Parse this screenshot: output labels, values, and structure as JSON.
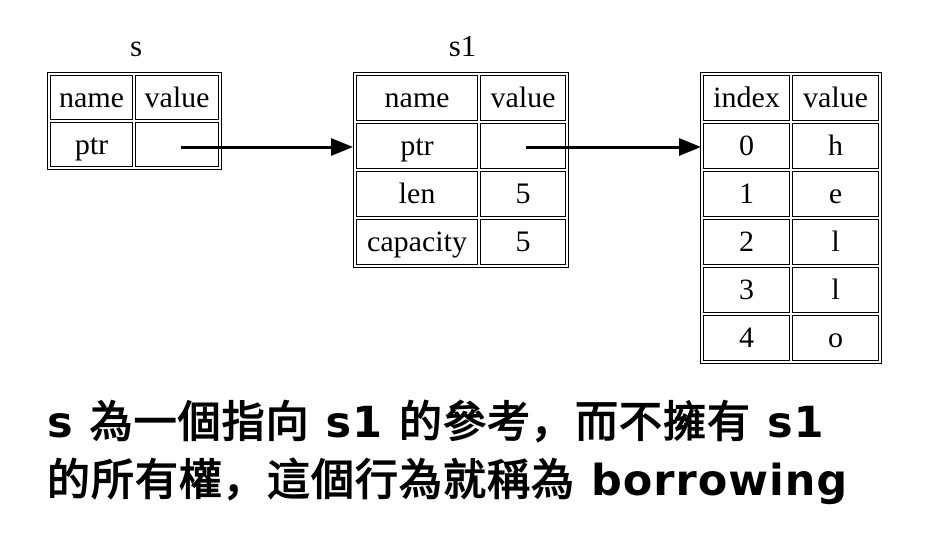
{
  "colors": {
    "background": "#ffffff",
    "line": "#000000",
    "text": "#000000"
  },
  "tables": {
    "s": {
      "title": "s",
      "headers": [
        "name",
        "value"
      ],
      "rows": [
        {
          "name": "ptr",
          "value": ""
        }
      ]
    },
    "s1": {
      "title": "s1",
      "headers": [
        "name",
        "value"
      ],
      "rows": [
        {
          "name": "ptr",
          "value": ""
        },
        {
          "name": "len",
          "value": "5"
        },
        {
          "name": "capacity",
          "value": "5"
        }
      ]
    },
    "heap": {
      "headers": [
        "index",
        "value"
      ],
      "rows": [
        {
          "index": "0",
          "value": "h"
        },
        {
          "index": "1",
          "value": "e"
        },
        {
          "index": "2",
          "value": "l"
        },
        {
          "index": "3",
          "value": "l"
        },
        {
          "index": "4",
          "value": "o"
        }
      ]
    }
  },
  "arrows": {
    "s_to_s1": "pointer from s.ptr to s1",
    "s1_to_heap": "pointer from s1.ptr to heap index 0"
  },
  "caption": {
    "line1": "s 為一個指向 s1 的參考，而不擁有 s1",
    "line2": "的所有權，這個行為就稱為 borrowing"
  }
}
